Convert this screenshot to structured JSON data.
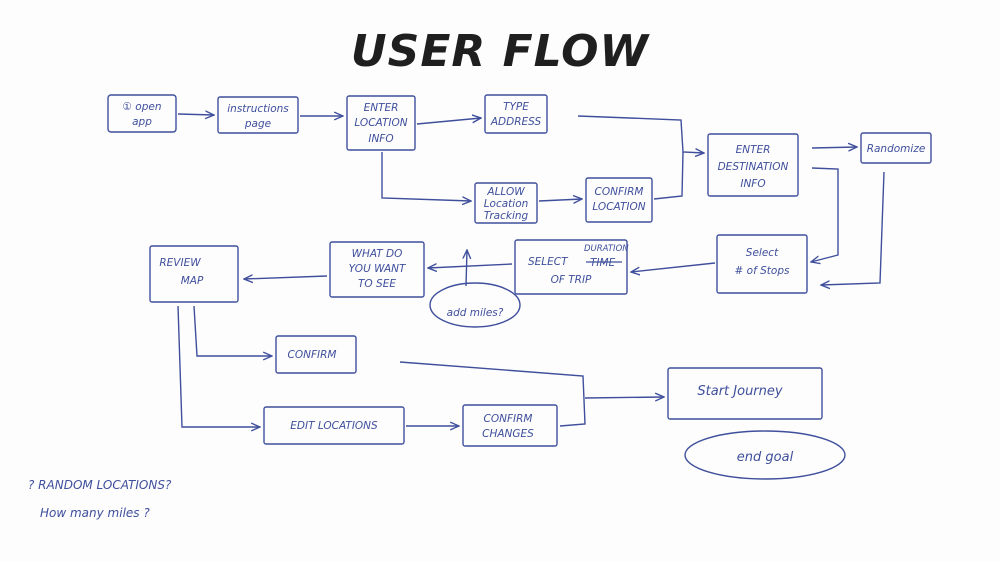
{
  "title": "USER FLOW",
  "nodes": {
    "open_app": [
      "① open",
      "app"
    ],
    "instructions_page": [
      "instructions",
      "page"
    ],
    "enter_location_info": [
      "ENTER",
      "LOCATION",
      "INFO"
    ],
    "type_address": [
      "TYPE",
      "ADDRESS"
    ],
    "allow_location_tracking": [
      "ALLOW",
      "Location",
      "Tracking"
    ],
    "confirm_location": [
      "CONFIRM",
      "LOCATION"
    ],
    "enter_destination_info": [
      "ENTER",
      "DESTINATION",
      "INFO"
    ],
    "randomize": [
      "Randomize"
    ],
    "select_num_stops": [
      "Select",
      "# of Stops"
    ],
    "select_duration_of_trip": {
      "line1": "SELECT",
      "inserted": "DURATION",
      "struck": "TIME",
      "line2": "OF TRIP"
    },
    "add_miles": [
      "add miles?"
    ],
    "what_do_you_want_to_see": [
      "WHAT DO",
      "YOU WANT",
      "TO SEE"
    ],
    "review_map": [
      "REVIEW",
      "MAP"
    ],
    "confirm": [
      "CONFIRM"
    ],
    "edit_locations": [
      "EDIT LOCATIONS"
    ],
    "confirm_changes": [
      "CONFIRM",
      "CHANGES"
    ],
    "start_journey": [
      "Start Journey"
    ],
    "end_goal": [
      "end goal"
    ]
  },
  "notes": [
    "? RANDOM LOCATIONS?",
    "How many miles ?"
  ],
  "colors": {
    "ink": "#3f4f9c",
    "title": "#1f1f1f"
  }
}
